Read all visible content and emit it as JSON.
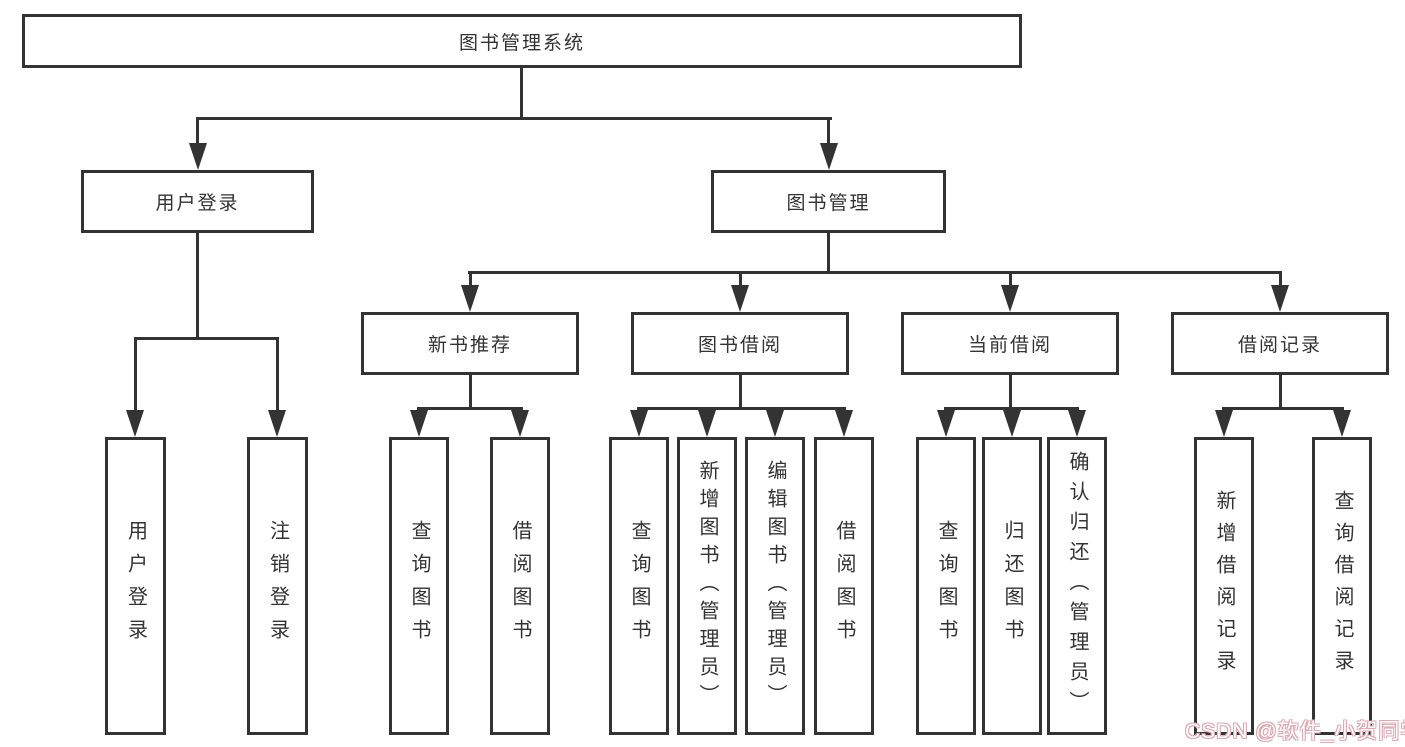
{
  "colors": {
    "background": "#ffffff",
    "line": "#333333",
    "box_border": "#333333",
    "text": "#333333",
    "watermark_outline": "#d9abb3"
  },
  "tree": {
    "root": {
      "label": "图书管理系统"
    },
    "branches": [
      {
        "label": "用户登录",
        "children": [
          {
            "label": "用户登录"
          },
          {
            "label": "注销登录"
          }
        ]
      },
      {
        "label": "图书管理",
        "children": [
          {
            "label": "新书推荐",
            "children": [
              {
                "label": "查询图书"
              },
              {
                "label": "借阅图书"
              }
            ]
          },
          {
            "label": "图书借阅",
            "children": [
              {
                "label": "查询图书"
              },
              {
                "label": "新增图书（管理员）"
              },
              {
                "label": "编辑图书（管理员）"
              },
              {
                "label": "借阅图书"
              }
            ]
          },
          {
            "label": "当前借阅",
            "children": [
              {
                "label": "查询图书"
              },
              {
                "label": "归还图书"
              },
              {
                "label": "确认归还（管理员）"
              }
            ]
          },
          {
            "label": "借阅记录",
            "children": [
              {
                "label": "新增借阅记录"
              },
              {
                "label": "查询借阅记录"
              }
            ]
          }
        ]
      }
    ]
  },
  "watermark": {
    "text": "CSDN @软件_小贺同学"
  }
}
